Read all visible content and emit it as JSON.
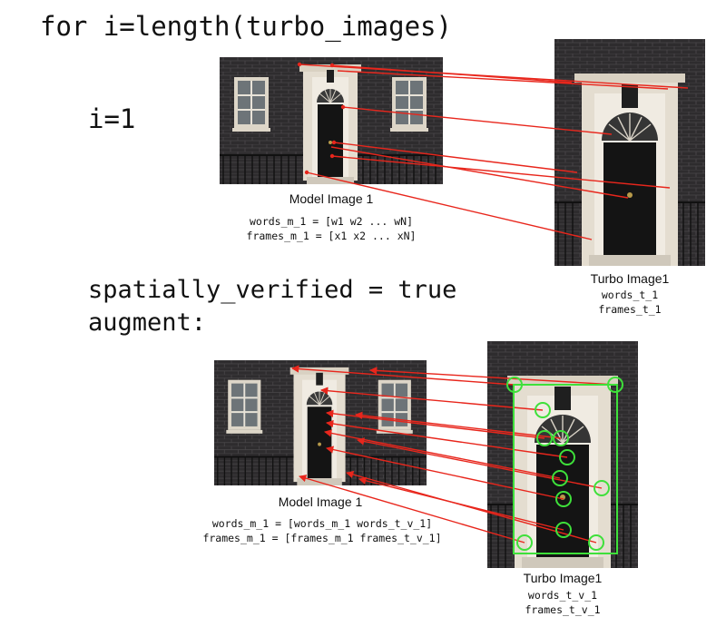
{
  "heading": "for i=length(turbo_images)",
  "iteration": "i=1",
  "top": {
    "model_caption": "Model Image 1",
    "words_line": "words_m_1 = [w1 w2 ... wN]",
    "frames_line": "frames_m_1 = [x1 x2 ... xN]",
    "turbo_caption": "Turbo Image1",
    "turbo_words": "words_t_1",
    "turbo_frames": "frames_t_1"
  },
  "statement": {
    "line1": "spatially_verified = true",
    "line2": "augment:"
  },
  "bottom": {
    "model_caption": "Model Image 1",
    "words_line": "words_m_1 = [words_m_1 words_t_v_1]",
    "frames_line": "frames_m_1 = [frames_m_1 frames_t_v_1]",
    "turbo_caption": "Turbo Image1",
    "turbo_words": "words_t_v_1",
    "turbo_frames": "frames_t_v_1"
  },
  "colors": {
    "match_line": "#e8261c",
    "verified_circle": "#3ee03a",
    "brick": "#2e2c2e",
    "door": "#141414",
    "stone": "#e4ddd0"
  }
}
